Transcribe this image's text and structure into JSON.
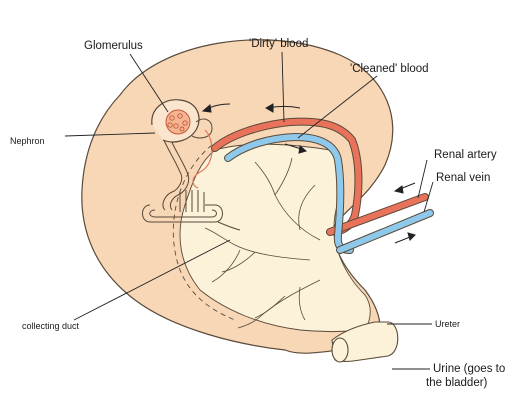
{
  "diagram": {
    "labels": {
      "glomerulus": "Glomerulus",
      "dirty_blood": "'Dirty' blood",
      "cleaned_blood": "'Cleaned' blood",
      "nephron": "Nephron",
      "renal_artery": "Renal artery",
      "renal_vein": "Renal vein",
      "collecting_duct": "collecting duct",
      "ureter": "Ureter",
      "urine_line1": "Urine (goes to",
      "urine_line2": "the bladder)"
    },
    "colors": {
      "kidney_cortex": "#f8d7b6",
      "kidney_medulla": "#fbf2d9",
      "artery": "#e8735a",
      "vein": "#8ec8ea",
      "outline": "#5a4a3a"
    }
  }
}
